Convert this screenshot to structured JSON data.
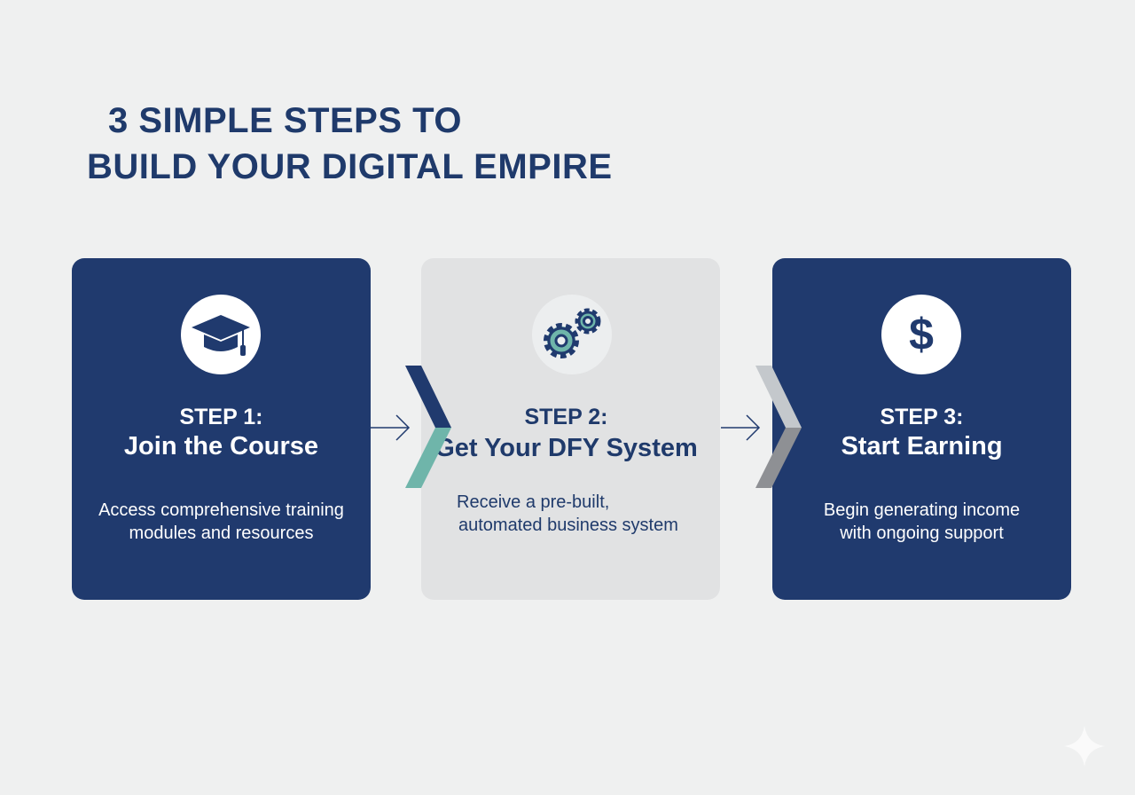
{
  "title": {
    "line1": "3 SIMPLE STEPS TO",
    "line2": "BUILD YOUR DIGITAL EMPIRE"
  },
  "steps": [
    {
      "step": "STEP 1:",
      "name": "Join the Course",
      "desc1": "Access comprehensive training",
      "desc2": "modules and resources",
      "icon": "graduation-cap-icon"
    },
    {
      "step": "STEP 2:",
      "name": "Get Your DFY System",
      "desc1": "Receive a pre-built,",
      "desc2": "automated business system",
      "icon": "gears-icon"
    },
    {
      "step": "STEP 3:",
      "name": "Start Earning",
      "desc1": "Begin generating income",
      "desc2": "with ongoing support",
      "icon": "dollar-icon"
    }
  ],
  "colors": {
    "navy": "#203a6e",
    "teal": "#6fb5aa",
    "gray": "#e1e2e3"
  }
}
